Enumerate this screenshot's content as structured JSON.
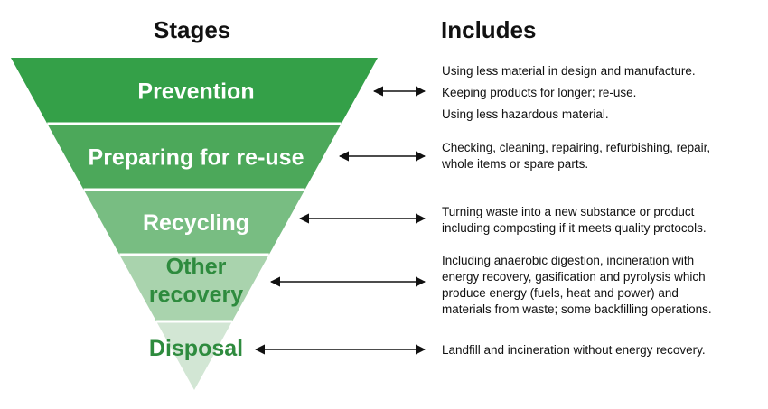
{
  "headings": {
    "stages": "Stages",
    "includes": "Includes"
  },
  "colors": {
    "prevention": "#34a048",
    "preparing": "#4ca85a",
    "recycling": "#78bd82",
    "other_recovery": "#a9d3ad",
    "disposal": "#d2e6d4",
    "light_text": "#ffffff",
    "dark_text": "#2e8b3e",
    "arrow": "#111111"
  },
  "stages": [
    {
      "label_lines": [
        "Prevention"
      ],
      "label_color": "light",
      "includes": [
        "Using less material in design and manufacture.",
        "Keeping products for longer; re-use.",
        "Using less hazardous material."
      ]
    },
    {
      "label_lines": [
        "Preparing for re-use"
      ],
      "label_color": "light",
      "includes": [
        "Checking, cleaning, repairing, refurbishing, repair,",
        "whole items or spare parts."
      ]
    },
    {
      "label_lines": [
        "Recycling"
      ],
      "label_color": "light",
      "includes": [
        "Turning waste into a new substance or product",
        "including composting if it meets quality protocols."
      ]
    },
    {
      "label_lines": [
        "Other",
        "recovery"
      ],
      "label_color": "dark",
      "includes": [
        "Including anaerobic digestion, incineration with",
        "energy recovery, gasification and pyrolysis which",
        "produce energy (fuels, heat and power) and",
        "materials from waste; some backfilling operations."
      ]
    },
    {
      "label_lines": [
        "Disposal"
      ],
      "label_color": "dark",
      "includes": [
        "Landfill and incineration without energy recovery."
      ]
    }
  ]
}
